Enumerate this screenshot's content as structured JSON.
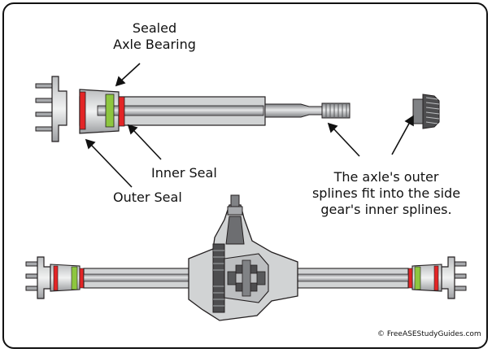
{
  "labels": {
    "sealed_line1": "Sealed",
    "sealed_line2": "Axle Bearing",
    "inner_seal": "Inner Seal",
    "outer_seal": "Outer Seal",
    "splines_line1": "The axle's outer",
    "splines_line2": "splines fit into the side",
    "splines_line3": "gear's inner splines."
  },
  "credit": "© FreeASEStudyGuides.com",
  "colors": {
    "seal_red": "#e32526",
    "bearing_green": "#8dc63f",
    "steel": "#a7a9ac",
    "steel_dark": "#6d6e71",
    "housing": "#d1d3d4",
    "outline": "#231f20"
  }
}
